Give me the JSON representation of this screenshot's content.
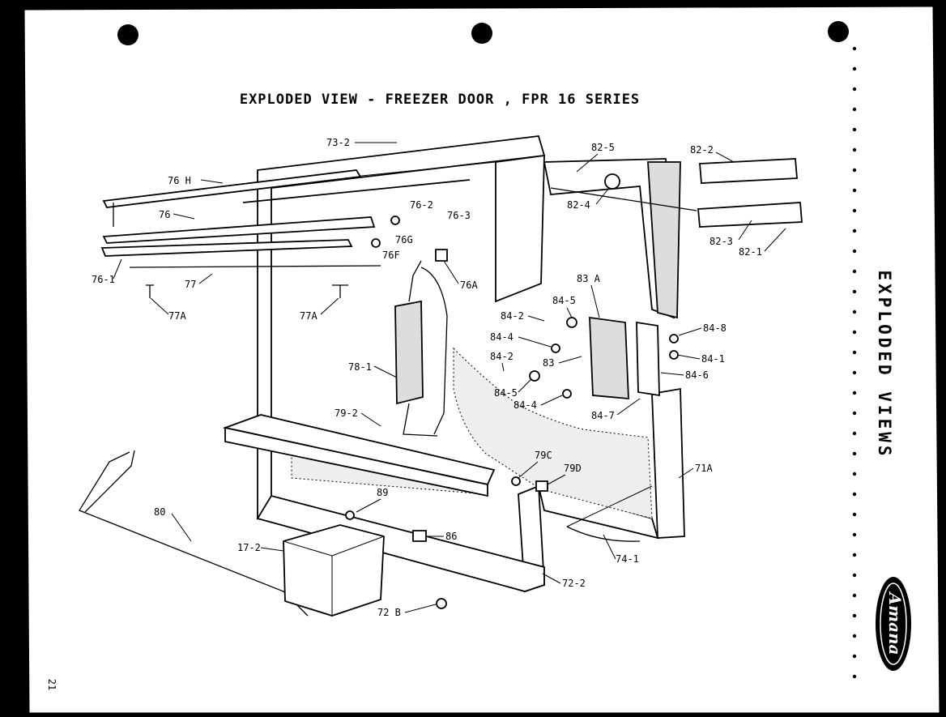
{
  "title": "EXPLODED VIEW - FREEZER DOOR , FPR 16  SERIES",
  "side_title": "EXPLODED VIEWS",
  "page_number": "21",
  "logo_text": "Amana",
  "labels": {
    "p73_2": "73-2",
    "p76h": "76 H",
    "p76": "76",
    "p76_2": "76-2",
    "p76_3": "76-3",
    "p76g": "76G",
    "p76f": "76F",
    "p76_1": "76-1",
    "p77": "77",
    "p77a_l": "77A",
    "p77a_r": "77A",
    "p76a": "76A",
    "p78_1": "78-1",
    "p79_2": "79-2",
    "p80": "80",
    "p17_2": "17-2",
    "p89": "89",
    "p86": "86",
    "p72b": "72 B",
    "p72_2": "72-2",
    "p74_1": "74-1",
    "p71a": "71A",
    "p79c": "79C",
    "p79d": "79D",
    "p83a": "83 A",
    "p83": "83",
    "p84_5a": "84-5",
    "p84_2a": "84-2",
    "p84_4a": "84-4",
    "p84_2b": "84-2",
    "p84_5b": "84-5",
    "p84_4b": "84-4",
    "p84_7": "84-7",
    "p84_8": "84-8",
    "p84_1": "84-1",
    "p84_6": "84-6",
    "p82_5": "82-5",
    "p82_4": "82-4",
    "p82_2": "82-2",
    "p82_3": "82-3",
    "p82_1": "82-1"
  }
}
